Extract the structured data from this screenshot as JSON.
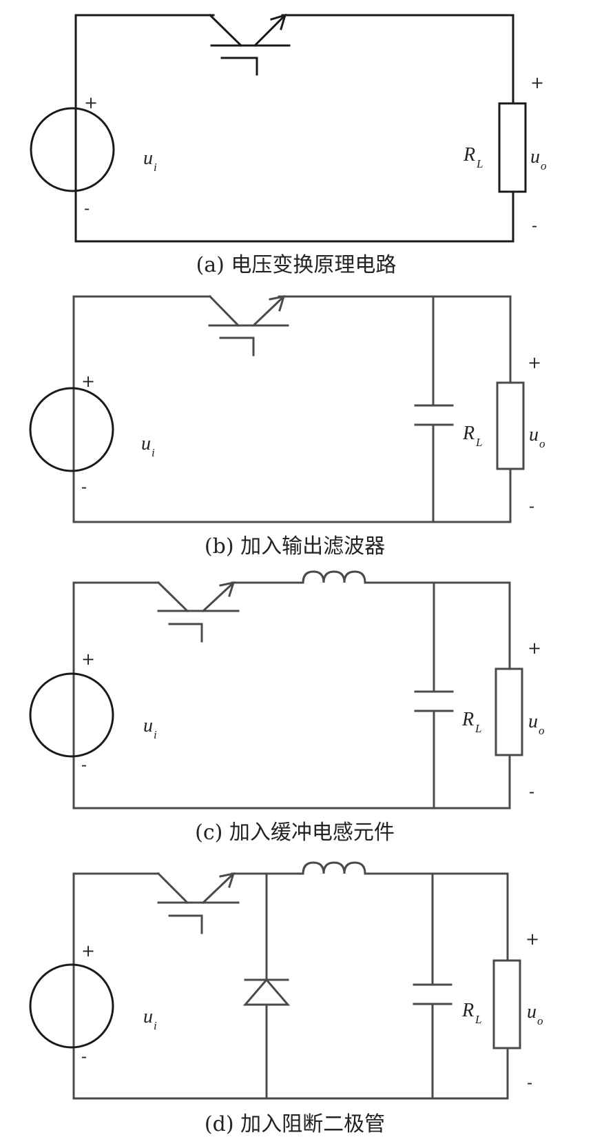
{
  "panels": [
    {
      "id": "a",
      "caption": "(a) 电压变换原理电路",
      "input_label": "u",
      "input_sub": "i",
      "load_label": "R",
      "load_sub": "L",
      "output_label": "u",
      "output_sub": "o",
      "plus": "+",
      "minus": "-"
    },
    {
      "id": "b",
      "caption": "(b) 加入输出滤波器",
      "input_label": "u",
      "input_sub": "i",
      "load_label": "R",
      "load_sub": "L",
      "output_label": "u",
      "output_sub": "o",
      "plus": "+",
      "minus": "-"
    },
    {
      "id": "c",
      "caption": "(c) 加入缓冲电感元件",
      "input_label": "u",
      "input_sub": "i",
      "load_label": "R",
      "load_sub": "L",
      "output_label": "u",
      "output_sub": "o",
      "plus": "+",
      "minus": "-"
    },
    {
      "id": "d",
      "caption": "(d) 加入阻断二极管",
      "input_label": "u",
      "input_sub": "i",
      "load_label": "R",
      "load_sub": "L",
      "output_label": "u",
      "output_sub": "o",
      "plus": "+",
      "minus": "-"
    }
  ],
  "colors": {
    "wire": "#4a4a4a",
    "text": "#222222",
    "background": "#ffffff"
  }
}
